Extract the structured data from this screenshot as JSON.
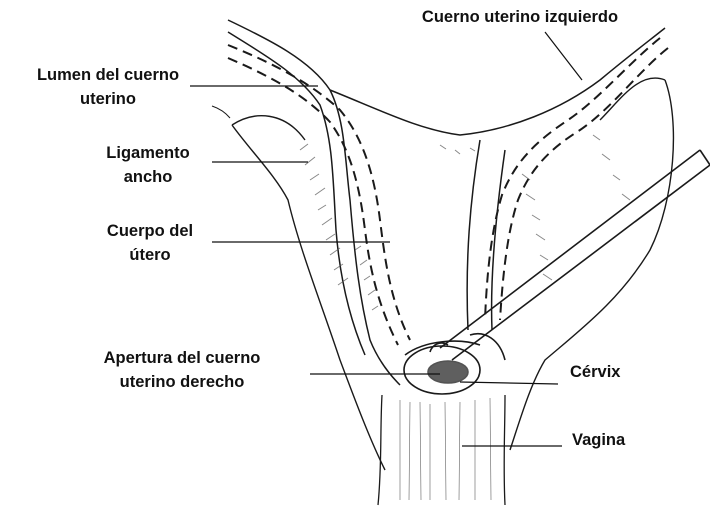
{
  "figure": {
    "labels": {
      "lumen": [
        "Lumen del cuerno",
        "uterino"
      ],
      "ligament": [
        "Ligamento",
        "ancho"
      ],
      "body": [
        "Cuerpo del",
        "útero"
      ],
      "opening": [
        "Apertura del cuerno",
        "uterino derecho"
      ],
      "left_horn": "Cuerno uterino izquierdo",
      "cervix": "Cérvix",
      "vagina": "Vagina"
    },
    "colors": {
      "ink": "#1a1a1a",
      "shade": "#555555"
    },
    "icons": {
      "forceps": "forceps-instrument"
    }
  }
}
